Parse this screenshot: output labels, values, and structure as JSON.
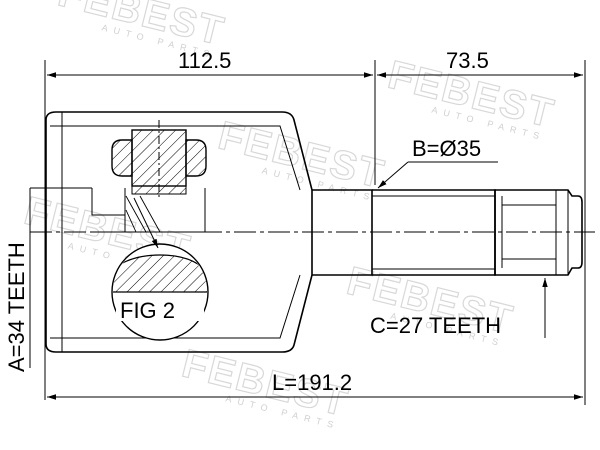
{
  "watermark": {
    "brand": "FEBEST",
    "subtitle": "AUTO PARTS"
  },
  "dimensions": {
    "length_top_left": "112.5",
    "length_top_right": "73.5",
    "shaft_diameter": "B=Ø35",
    "inner_teeth": "A=34 TEETH",
    "outer_teeth": "C=27 TEETH",
    "overall_length": "L=191.2",
    "figure_label": "FIG 2"
  }
}
